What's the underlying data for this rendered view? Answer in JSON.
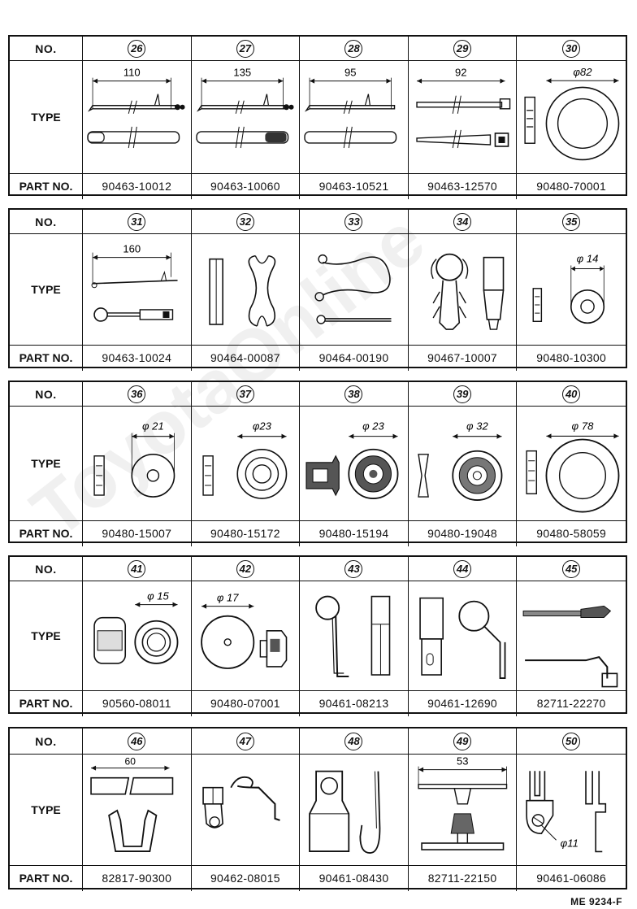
{
  "labels": {
    "no": "NO.",
    "type": "TYPE",
    "part_no": "PART NO."
  },
  "doc_id": "ME 9234-F",
  "watermark": "ToyotaOnline",
  "tables": [
    {
      "items": [
        {
          "no": "26",
          "dim": "110",
          "part": "90463-10012"
        },
        {
          "no": "27",
          "dim": "135",
          "part": "90463-10060"
        },
        {
          "no": "28",
          "dim": "95",
          "part": "90463-10521"
        },
        {
          "no": "29",
          "dim": "92",
          "part": "90463-12570"
        },
        {
          "no": "30",
          "dim": "φ82",
          "part": "90480-70001"
        }
      ]
    },
    {
      "items": [
        {
          "no": "31",
          "dim": "160",
          "part": "90463-10024"
        },
        {
          "no": "32",
          "dim": "",
          "part": "90464-00087"
        },
        {
          "no": "33",
          "dim": "",
          "part": "90464-00190"
        },
        {
          "no": "34",
          "dim": "",
          "part": "90467-10007"
        },
        {
          "no": "35",
          "dim": "φ 14",
          "part": "90480-10300"
        }
      ]
    },
    {
      "items": [
        {
          "no": "36",
          "dim": "φ 21",
          "part": "90480-15007"
        },
        {
          "no": "37",
          "dim": "φ23",
          "part": "90480-15172"
        },
        {
          "no": "38",
          "dim": "φ 23",
          "part": "90480-15194"
        },
        {
          "no": "39",
          "dim": "φ 32",
          "part": "90480-19048"
        },
        {
          "no": "40",
          "dim": "φ 78",
          "part": "90480-58059"
        }
      ]
    },
    {
      "items": [
        {
          "no": "41",
          "dim": "φ 15",
          "part": "90560-08011"
        },
        {
          "no": "42",
          "dim": "φ 17",
          "part": "90480-07001"
        },
        {
          "no": "43",
          "dim": "",
          "part": "90461-08213"
        },
        {
          "no": "44",
          "dim": "",
          "part": "90461-12690"
        },
        {
          "no": "45",
          "dim": "",
          "part": "82711-22270"
        }
      ]
    },
    {
      "items": [
        {
          "no": "46",
          "dim": "60",
          "part": "82817-90300"
        },
        {
          "no": "47",
          "dim": "",
          "part": "90462-08015"
        },
        {
          "no": "48",
          "dim": "",
          "part": "90461-08430"
        },
        {
          "no": "49",
          "dim": "53",
          "part": "82711-22150"
        },
        {
          "no": "50",
          "dim": "φ11",
          "part": "90461-06086"
        }
      ]
    }
  ]
}
